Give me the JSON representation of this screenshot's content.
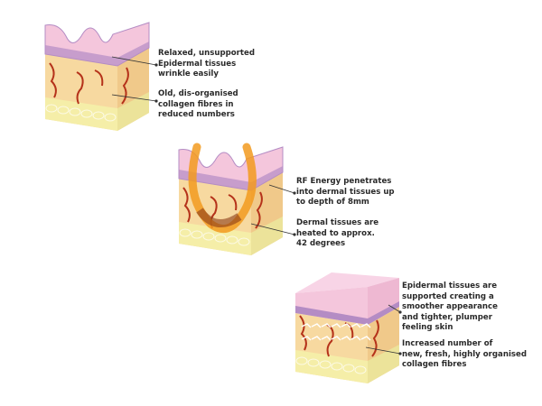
{
  "panels": [
    {
      "state": "before",
      "labels": [
        "Relaxed, unsupported\nEpidermal tissues\nwrinkle easily",
        "Old, dis-organised\ncollagen fibres in\nreduced numbers"
      ]
    },
    {
      "state": "treatment",
      "labels": [
        "RF Energy penetrates\ninto dermal tissues up\nto depth of 8mm",
        "Dermal tissues are\nheated to approx.\n42 degrees"
      ]
    },
    {
      "state": "after",
      "labels": [
        "Epidermal tissues are\nsupported creating a\nsmoother appearance\nand tighter, plumper\nfeeling skin",
        "Increased number of\nnew, fresh, highly organised\ncollagen fibres"
      ]
    }
  ],
  "colors": {
    "epidermis": "#f4c6dc",
    "epidermis_edge": "#b48cc4",
    "dermis": "#f7d9a0",
    "fat": "#f5eea8",
    "vessel": "#b5321a",
    "rf_glow": "#f29a1e"
  }
}
